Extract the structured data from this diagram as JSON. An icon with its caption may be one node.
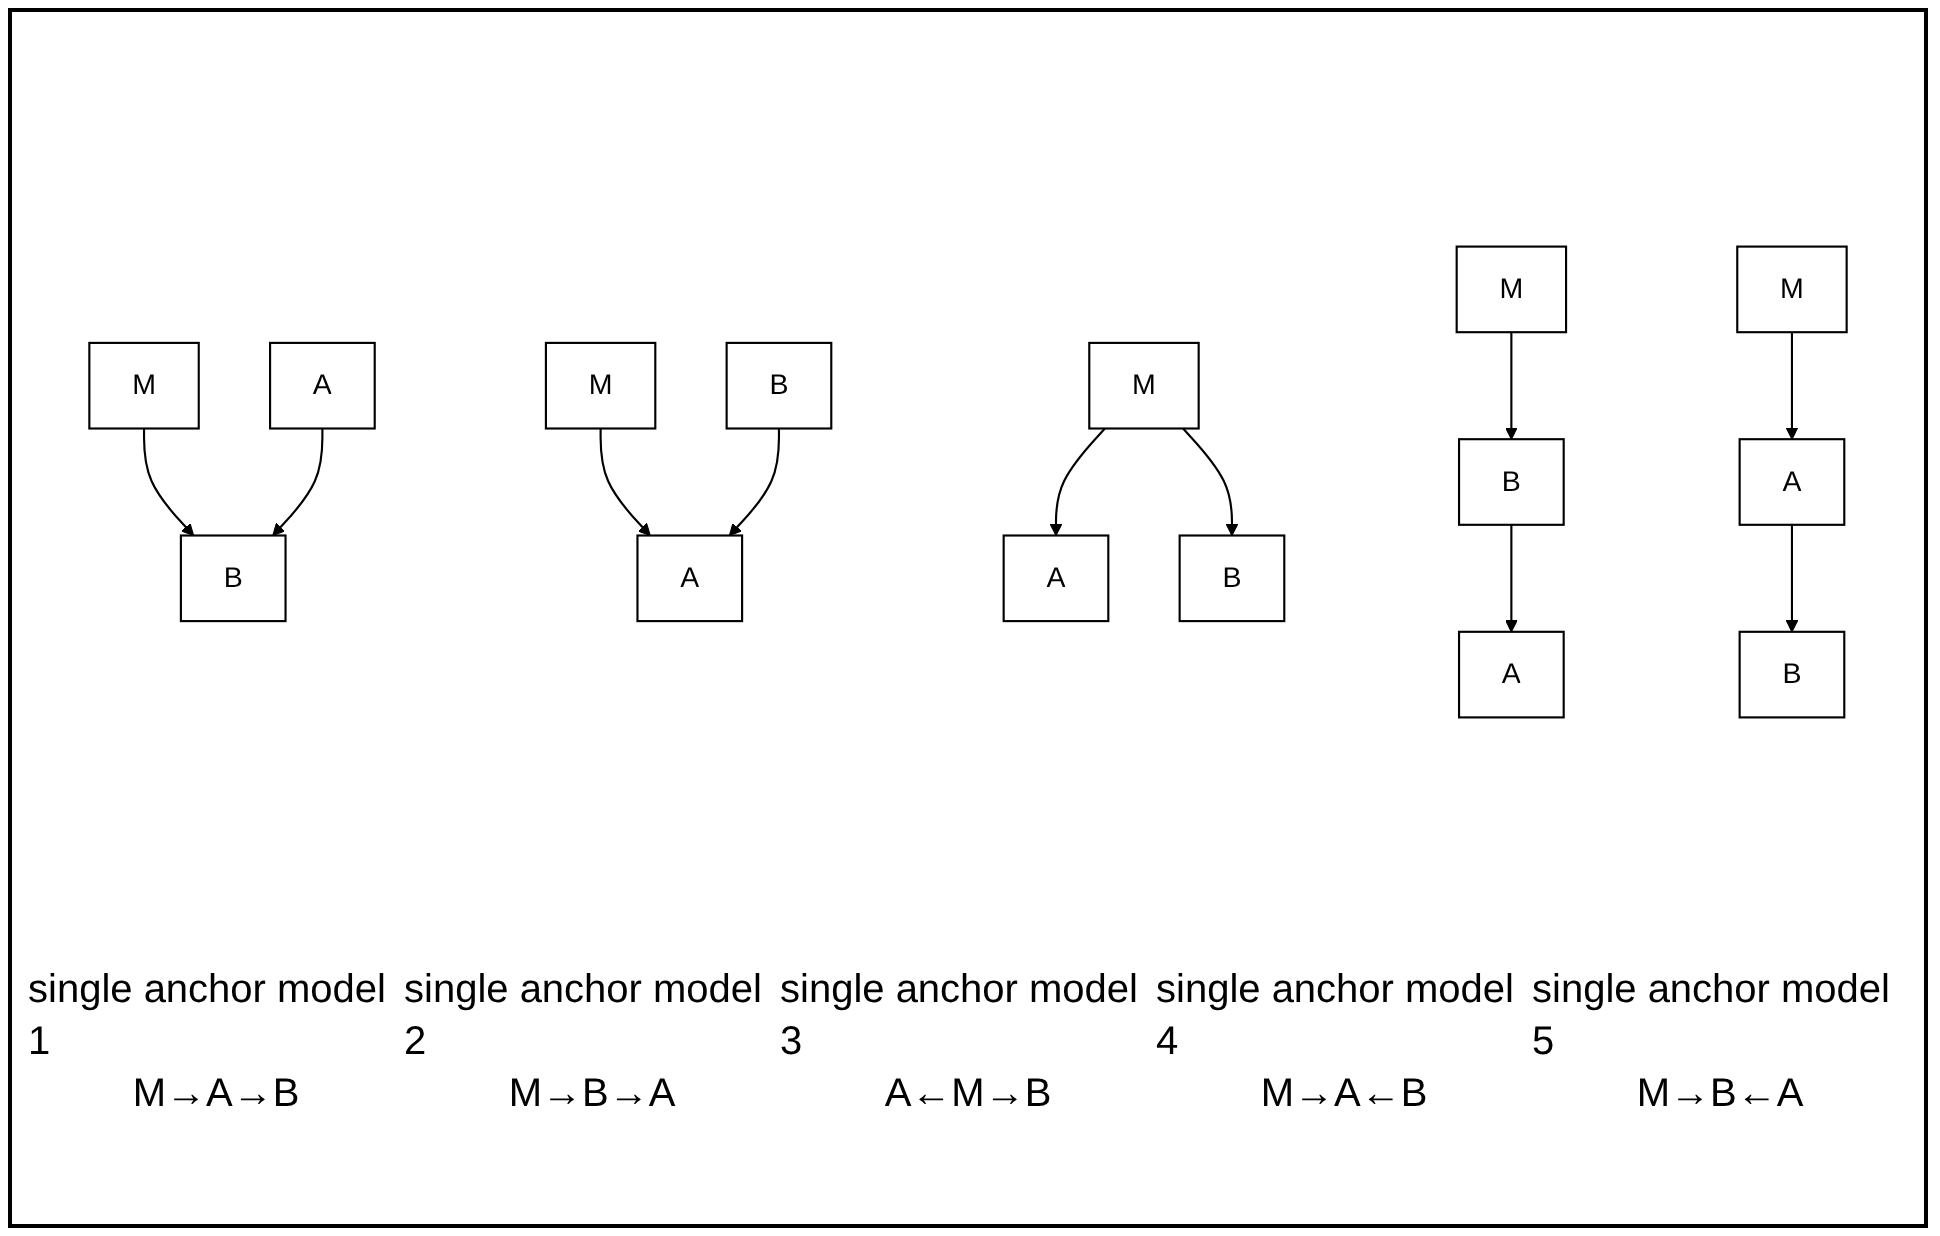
{
  "diagram": {
    "nodes": [
      {
        "text": [
          "M"
        ]
      },
      {
        "text": [
          "A"
        ]
      },
      {
        "text": [
          "B"
        ]
      },
      {
        "text": [
          "M"
        ]
      },
      {
        "text": [
          "A"
        ]
      },
      {
        "text": [
          "B"
        ]
      },
      {
        "text": [
          "M"
        ]
      },
      {
        "text": [
          "A"
        ]
      },
      {
        "text": [
          "B"
        ]
      },
      {
        "text": [
          "M"
        ]
      },
      {
        "text": [
          "A"
        ]
      },
      {
        "text": [
          "B"
        ]
      },
      {
        "text": [
          "M"
        ]
      },
      {
        "text": [
          "A"
        ]
      },
      {
        "text": [
          "B"
        ]
      }
    ],
    "edges": [
      {
        "from": 0,
        "to": 1,
        "arrow": "to"
      },
      {
        "from": 1,
        "to": 2,
        "arrow": "to"
      },
      {
        "from": 3,
        "to": 5,
        "arrow": "to"
      },
      {
        "from": 5,
        "to": 4,
        "arrow": "to"
      },
      {
        "from": 6,
        "to": 7,
        "arrow": "to"
      },
      {
        "from": 6,
        "to": 8,
        "arrow": "to"
      },
      {
        "from": 9,
        "to": 10,
        "arrow": "to"
      },
      {
        "from": 11,
        "to": 10,
        "arrow": "to"
      },
      {
        "from": 12,
        "to": 14,
        "arrow": "to"
      },
      {
        "from": 13,
        "to": 14,
        "arrow": "to"
      }
    ],
    "labels": [
      "single anchor model 1",
      "M→A→B",
      "single anchor model 2",
      "M→B→A",
      "single anchor model 3",
      "A←M→B",
      "single anchor model 4",
      "M→A←B",
      "single anchor model 5",
      "M→B←A"
    ]
  }
}
